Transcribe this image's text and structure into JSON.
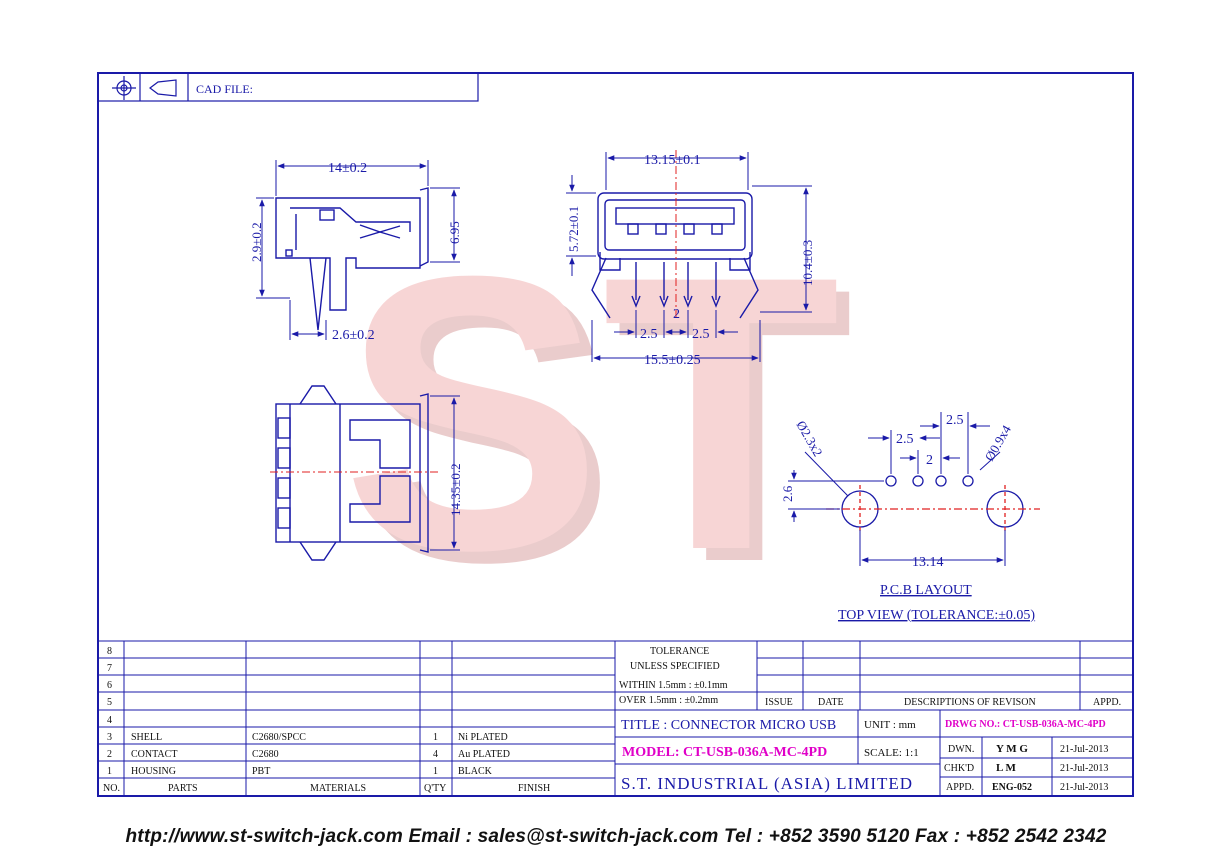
{
  "header": {
    "cad_file_label": "CAD FILE:"
  },
  "watermark": {
    "text": "ST",
    "color": "#f0a0a0"
  },
  "colors": {
    "line": "#1a1aa8",
    "highlight": "#e000c8",
    "centerline": "#e02020"
  },
  "side_view": {
    "dim_width": "14±0.2",
    "dim_height_left": "2.9±0.2",
    "dim_height_right": "6.95",
    "dim_bottom": "2.6±0.2"
  },
  "front_view": {
    "dim_top": "13.15±0.1",
    "dim_left": "5.72±0.1",
    "dim_right": "10.4±0.3",
    "pitch_left": "2.5",
    "pitch_mid": "2",
    "pitch_right": "2.5",
    "dim_bottom": "15.5±0.25"
  },
  "top_view": {
    "dim_right": "14.35±0.2"
  },
  "pcb_layout": {
    "dim_peg": "Ø2.3x2",
    "dim_pin": "Ø0.9x4",
    "pitch_top": "2.5",
    "pitch_left": "2.5",
    "pitch_mid": "2",
    "dim_vertical": "2.6",
    "dim_span": "13.14",
    "title": "P.C.B LAYOUT",
    "subtitle": "TOP VIEW (TOLERANCE:±0.05)"
  },
  "bom": {
    "rows": [
      {
        "no": "8",
        "parts": "",
        "materials": "",
        "qty": "",
        "finish": ""
      },
      {
        "no": "7",
        "parts": "",
        "materials": "",
        "qty": "",
        "finish": ""
      },
      {
        "no": "6",
        "parts": "",
        "materials": "",
        "qty": "",
        "finish": ""
      },
      {
        "no": "5",
        "parts": "",
        "materials": "",
        "qty": "",
        "finish": ""
      },
      {
        "no": "4",
        "parts": "",
        "materials": "",
        "qty": "",
        "finish": ""
      },
      {
        "no": "3",
        "parts": "SHELL",
        "materials": "C2680/SPCC",
        "qty": "1",
        "finish": "Ni PLATED"
      },
      {
        "no": "2",
        "parts": "CONTACT",
        "materials": "C2680",
        "qty": "4",
        "finish": "Au PLATED"
      },
      {
        "no": "1",
        "parts": "HOUSING",
        "materials": "PBT",
        "qty": "1",
        "finish": "BLACK"
      }
    ],
    "headers": {
      "no": "NO.",
      "parts": "PARTS",
      "materials": "MATERIALS",
      "qty": "Q'TY",
      "finish": "FINISH"
    }
  },
  "tolerance": {
    "line1": "TOLERANCE",
    "line2": "UNLESS SPECIFIED",
    "line3": "WITHIN 1.5mm : ±0.1mm",
    "line4": "OVER 1.5mm : ±0.2mm"
  },
  "revision": {
    "issue": "ISSUE",
    "date": "DATE",
    "desc": "DESCRIPTIONS OF REVISON",
    "appd": "APPD."
  },
  "title_block": {
    "title": "TITLE : CONNECTOR MICRO USB",
    "unit": "UNIT : mm",
    "drawing_no": "DRWG NO.: CT-USB-036A-MC-4PD",
    "model": "MODEL: CT-USB-036A-MC-4PD",
    "scale": "SCALE: 1:1",
    "company": "S.T. INDUSTRIAL (ASIA) LIMITED",
    "dwn_label": "DWN.",
    "dwn_name": "Y M G",
    "dwn_date": "21-Jul-2013",
    "chkd_label": "CHK'D",
    "chkd_name": "L M",
    "chkd_date": "21-Jul-2013",
    "appd_label": "APPD.",
    "appd_name": "ENG-052",
    "appd_date": "21-Jul-2013"
  },
  "footer": {
    "text": "http://www.st-switch-jack.com  Email : sales@st-switch-jack.com  Tel : +852 3590 5120  Fax : +852 2542 2342"
  }
}
